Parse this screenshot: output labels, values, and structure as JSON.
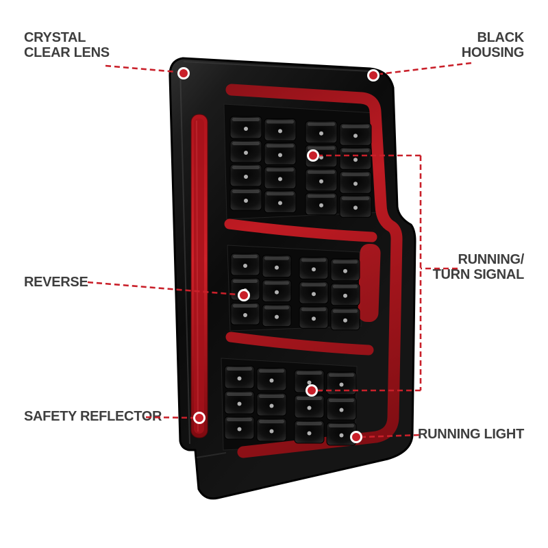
{
  "callouts": {
    "crystal_clear_lens": {
      "line1": "CRYSTAL",
      "line2": "CLEAR LENS"
    },
    "black_housing": {
      "line1": "BLACK",
      "line2": "HOUSING"
    },
    "reverse": {
      "label": "REVERSE"
    },
    "running_turn_signal": {
      "line1": "RUNNING/",
      "line2": "TURN SIGNAL"
    },
    "safety_reflector": {
      "label": "SAFETY REFLECTOR"
    },
    "running_light": {
      "label": "RUNNING LIGHT"
    }
  },
  "colors": {
    "callout_red": "#c9202a",
    "label_text": "#3e3e3e",
    "housing_black": "#0d0d0d",
    "lens_red": "#b5161e",
    "background": "#ffffff"
  }
}
